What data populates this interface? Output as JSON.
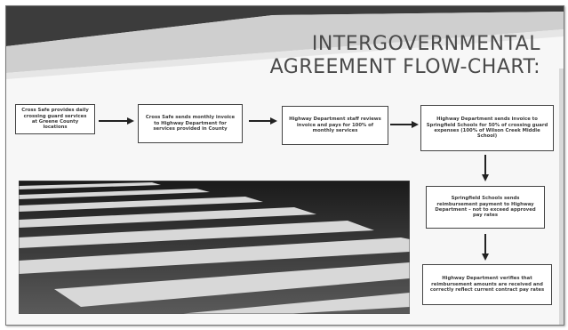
{
  "slide": {
    "title_line1": "INTERGOVERNMENTAL",
    "title_line2": "AGREEMENT FLOW-CHART:"
  },
  "flow": {
    "steps": [
      "Cross Safe provides daily crossing guard services at Greene County locations",
      "Cross Safe sends monthly invoice to Highway Department for services provided in County",
      "Highway Department staff reviews invoice and pays for 100% of monthly services",
      "Highway Department sends invoice to Springfield Schools for 50% of crossing guard expenses (100% of Wilson Creek Middle School)",
      "Springfield Schools sends reimbursement payment to Highway Department – not to exceed approved pay rates",
      "Highway Department verifies that reimbursement amounts are received and correctly reflect current contract pay rates"
    ]
  },
  "image": {
    "description_icon": "crosswalk-photo"
  },
  "colors": {
    "banner_dark": "#3c3c3c",
    "banner_light": "#c8c8c8",
    "title": "#4a4a4a",
    "box_border": "#444444"
  }
}
